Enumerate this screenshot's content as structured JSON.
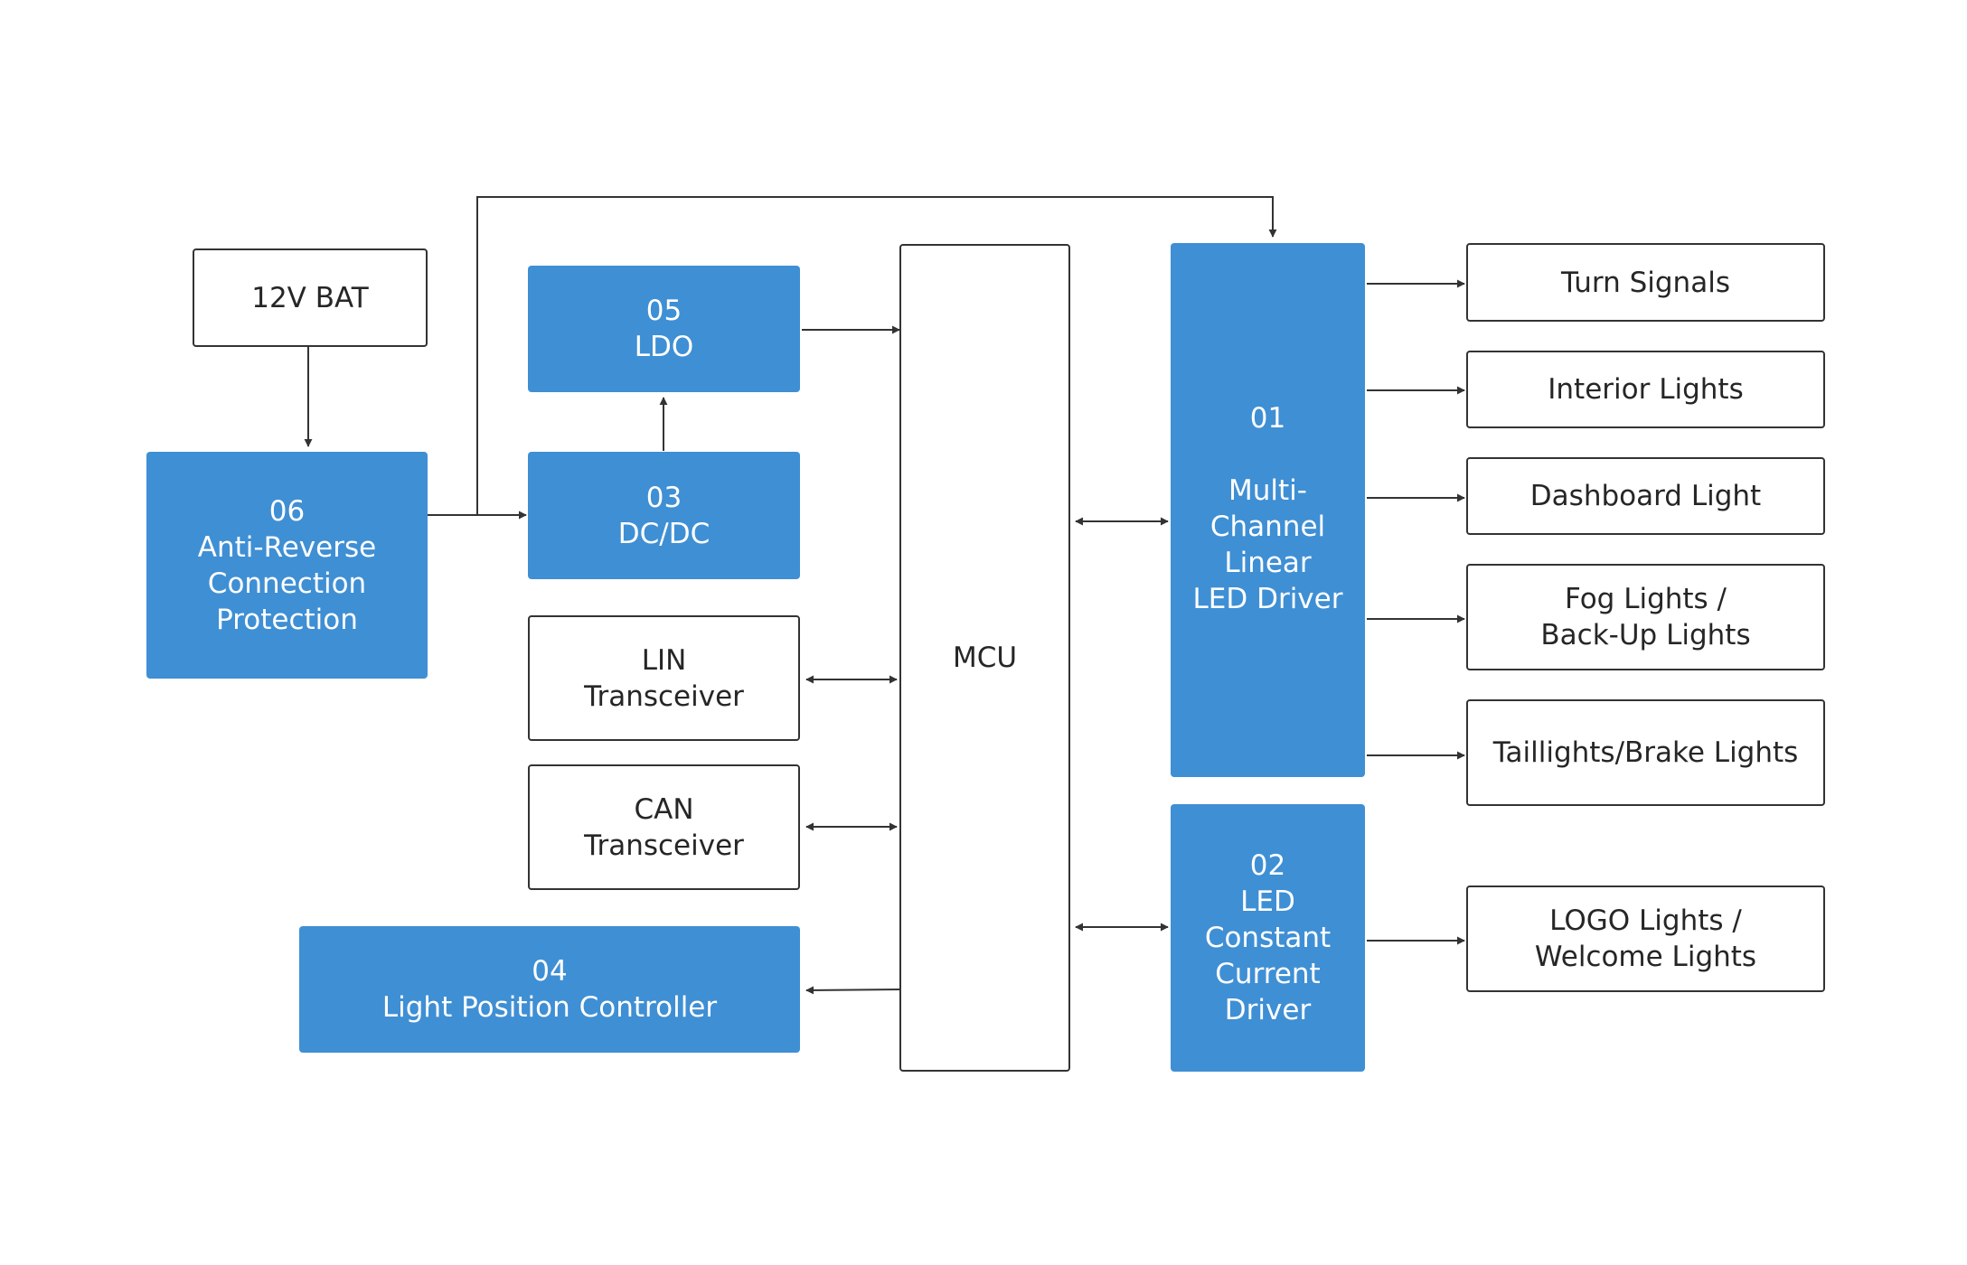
{
  "colors": {
    "block_blue": "#3f8fd4",
    "block_text_on_blue": "#ffffff",
    "outline": "#333333",
    "text_dark": "#262626",
    "background": "#ffffff"
  },
  "battery": {
    "label": "12V BAT"
  },
  "anti_reverse": {
    "num": "06",
    "line1": "Anti-Reverse",
    "line2": "Connection",
    "line3": "Protection"
  },
  "ldo": {
    "num": "05",
    "label": "LDO"
  },
  "dcdc": {
    "num": "03",
    "label": "DC/DC"
  },
  "lin": {
    "line1": "LIN",
    "line2": "Transceiver"
  },
  "can": {
    "line1": "CAN",
    "line2": "Transceiver"
  },
  "light_position": {
    "num": "04",
    "label": "Light Position Controller"
  },
  "mcu": {
    "label": "MCU"
  },
  "multi_channel": {
    "num": "01",
    "line1": "Multi-",
    "line2": "Channel",
    "line3": "Linear",
    "line4": "LED Driver"
  },
  "constant_current": {
    "num": "02",
    "line1": "LED",
    "line2": "Constant",
    "line3": "Current",
    "line4": "Driver"
  },
  "outputs": {
    "turn_signals": {
      "line1": "Turn Signals"
    },
    "interior_lights": {
      "line1": "Interior Lights"
    },
    "dashboard_light": {
      "line1": "Dashboard Light"
    },
    "fog_backup": {
      "line1": "Fog Lights /",
      "line2": "Back-Up Lights"
    },
    "tail_brake": {
      "line1": "Taillights/Brake Lights"
    },
    "logo_welcome": {
      "line1": "LOGO Lights /",
      "line2": "Welcome Lights"
    }
  }
}
